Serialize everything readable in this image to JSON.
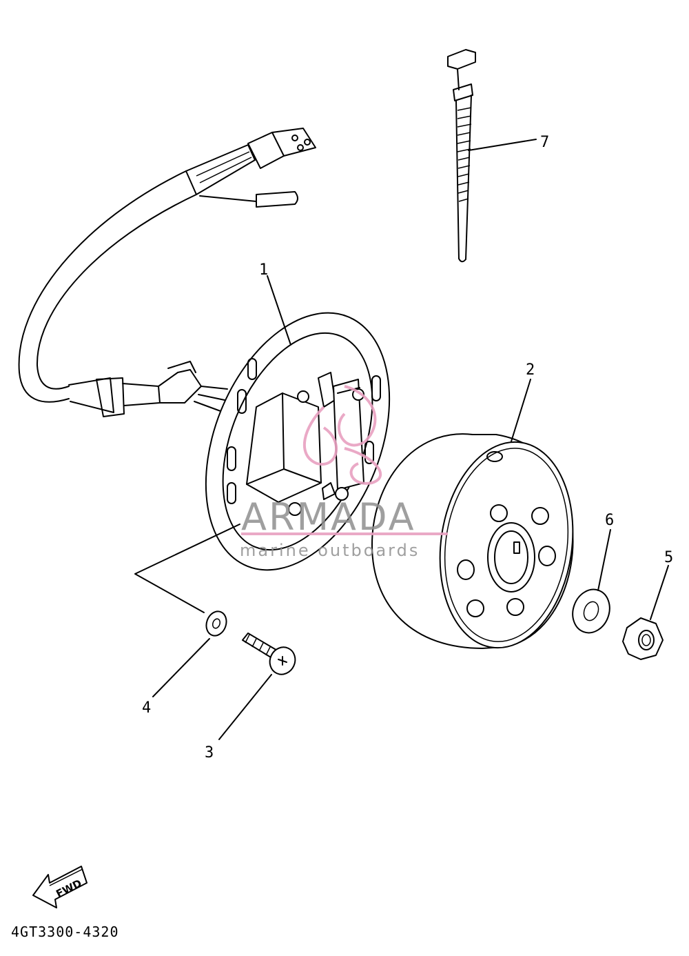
{
  "callouts": {
    "1": "1",
    "2": "2",
    "3": "3",
    "4": "4",
    "5": "5",
    "6": "6",
    "7": "7"
  },
  "fwd_label": "FWD",
  "diagram_code": "4GT3300-4320",
  "watermark": {
    "brand": "ARMADA",
    "tagline": "marine outboards",
    "accent_color": "#e8a0c0",
    "text_color": "#8f8f8f"
  }
}
